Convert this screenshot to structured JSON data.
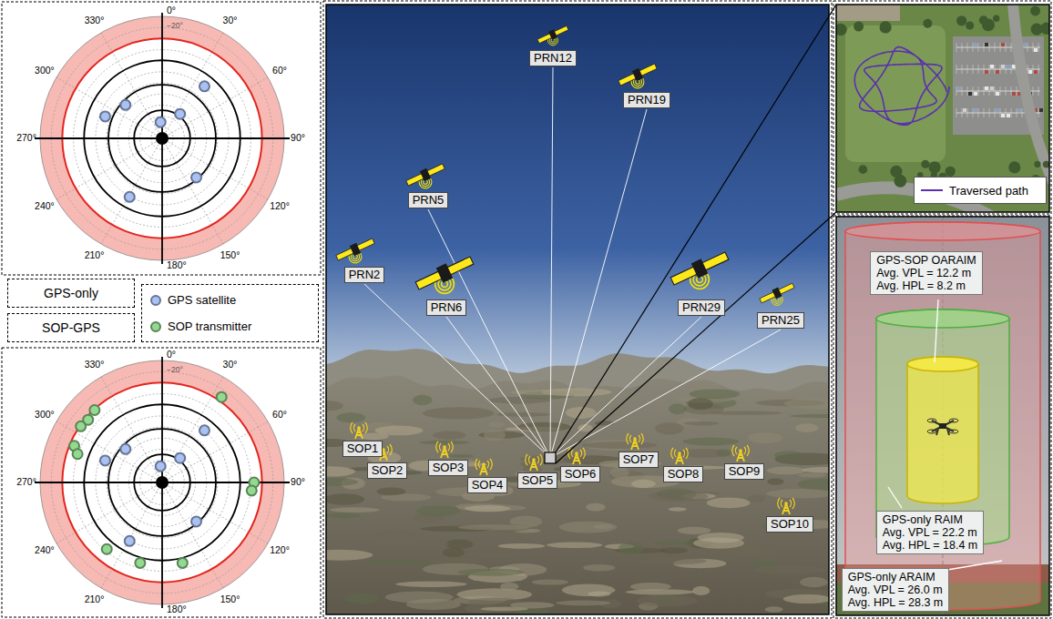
{
  "diagram": {
    "nodes": [
      {
        "text": [
          "GPS-only"
        ]
      },
      {
        "text": [
          "SOP-GPS"
        ]
      },
      {
        "text": [
          "PRN12"
        ]
      },
      {
        "text": [
          "PRN19"
        ]
      },
      {
        "text": [
          "PRN5"
        ]
      },
      {
        "text": [
          "PRN2"
        ]
      },
      {
        "text": [
          "PRN6"
        ]
      },
      {
        "text": [
          "PRN29"
        ]
      },
      {
        "text": [
          "PRN25"
        ]
      },
      {
        "text": [
          "SOP1"
        ]
      },
      {
        "text": [
          "SOP2"
        ]
      },
      {
        "text": [
          "SOP3"
        ]
      },
      {
        "text": [
          "SOP4"
        ]
      },
      {
        "text": [
          "SOP5"
        ]
      },
      {
        "text": [
          "SOP6"
        ]
      },
      {
        "text": [
          "SOP7"
        ]
      },
      {
        "text": [
          "SOP8"
        ]
      },
      {
        "text": [
          "SOP9"
        ]
      },
      {
        "text": [
          "SOP10"
        ]
      },
      {
        "text": [
          "GPS-SOP OARAIM",
          "Avg. VPL = 12.2 m",
          "Avg. HPL = 8.2 m"
        ]
      },
      {
        "text": [
          "GPS-only RAIM",
          "Avg. VPL = 22.2 m",
          "Avg. HPL = 18.4 m"
        ]
      },
      {
        "text": [
          "GPS-only ARAIM",
          "Avg. VPL = 26.0 m",
          "Avg. HPL = 28.3 m"
        ]
      }
    ],
    "labels": [
      "0°",
      "30°",
      "60°",
      "90°",
      "120°",
      "150°",
      "180°",
      "210°",
      "240°",
      "270°",
      "300°",
      "330°",
      "−20°",
      "0°",
      "30°",
      "60°",
      "90°",
      "120°",
      "150°",
      "180°",
      "210°",
      "240°",
      "270°",
      "300°",
      "330°",
      "−20°"
    ],
    "legend": [
      {
        "text": "GPS satellite",
        "color": "#a9c1f3"
      },
      {
        "text": "SOP transmitter",
        "color": "#93d98f"
      },
      {
        "text": "Traversed path"
      }
    ]
  }
}
